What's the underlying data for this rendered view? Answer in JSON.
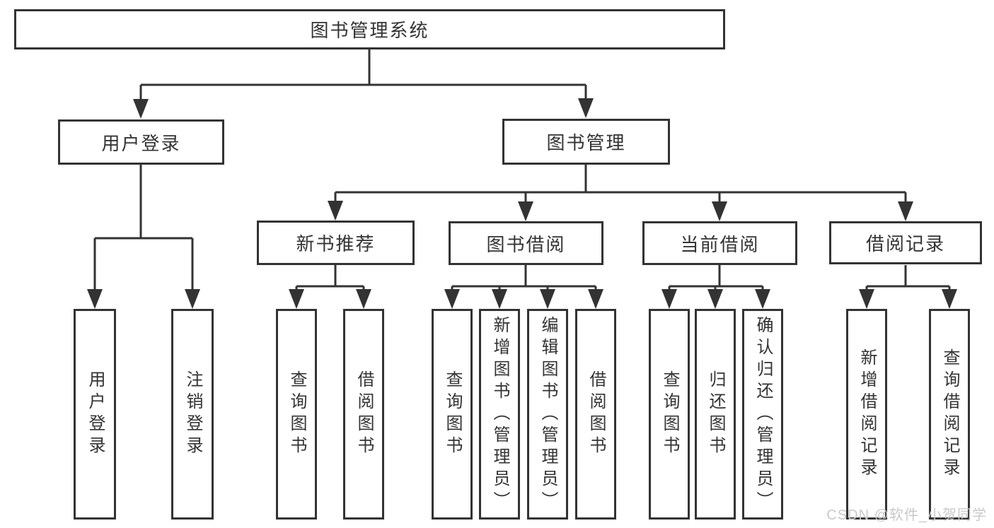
{
  "style": {
    "line_color": "#333333",
    "box_border": "#333333",
    "box_fill": "#ffffff",
    "text_color": "#333333",
    "watermark_color": "#c9c9c9"
  },
  "watermark": {
    "text": "CSDN @软件_小贺同学"
  },
  "tree": {
    "label": "图书管理系统",
    "children": [
      {
        "label": "用户登录",
        "children": [
          {
            "label": "用户登录"
          },
          {
            "label": "注销登录"
          }
        ]
      },
      {
        "label": "图书管理",
        "children": [
          {
            "label": "新书推荐",
            "children": [
              {
                "label": "查询图书"
              },
              {
                "label": "借阅图书"
              }
            ]
          },
          {
            "label": "图书借阅",
            "children": [
              {
                "label": "查询图书"
              },
              {
                "label": "新增图书（管理员）"
              },
              {
                "label": "编辑图书（管理员）"
              },
              {
                "label": "借阅图书"
              }
            ]
          },
          {
            "label": "当前借阅",
            "children": [
              {
                "label": "查询图书"
              },
              {
                "label": "归还图书"
              },
              {
                "label": "确认归还（管理员）"
              }
            ]
          },
          {
            "label": "借阅记录",
            "children": [
              {
                "label": "新增借阅记录"
              },
              {
                "label": "查询借阅记录"
              }
            ]
          }
        ]
      }
    ]
  }
}
